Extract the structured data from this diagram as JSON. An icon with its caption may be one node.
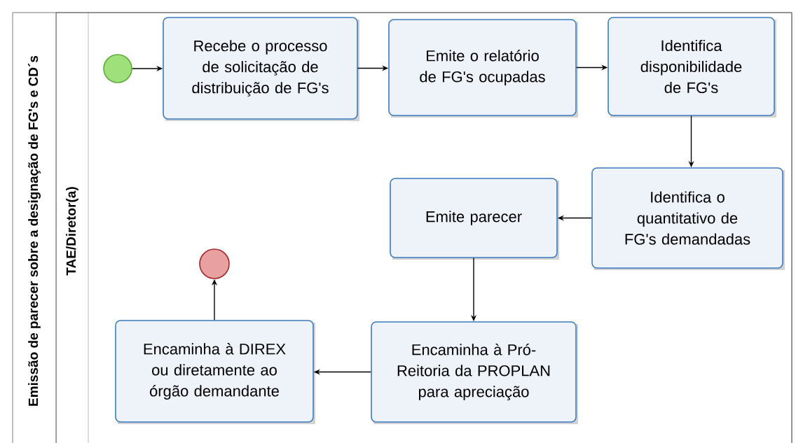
{
  "diagram": {
    "nodes": [
      {
        "text": [
          "Emissão de parecer sobre a designação de FG's e CD´s"
        ]
      },
      {
        "text": [
          "TAE/Diretor(a)"
        ],
        "in": 0
      },
      {
        "text": [],
        "shape": "circle",
        "in": 1
      },
      {
        "text": [
          "Recebe o processo de solicitação de distribuição de FG's"
        ],
        "in": 1
      },
      {
        "text": [
          "Emite o relatório de FG's ocupadas"
        ],
        "in": 1
      },
      {
        "text": [
          "Identifica disponibilidade de FG's"
        ],
        "in": 1
      },
      {
        "text": [
          "Identifica o quantitativo de FG's demandadas"
        ],
        "in": 1
      },
      {
        "text": [
          "Emite parecer"
        ],
        "in": 1
      },
      {
        "text": [
          "Encaminha à Pró-Reitoria da PROPLAN para apreciação"
        ],
        "in": 1
      },
      {
        "text": [
          "Encaminha à DIREX ou diretamente ao órgão demandante"
        ],
        "in": 1
      },
      {
        "text": [],
        "shape": "circle",
        "in": 1
      }
    ],
    "edges": [
      {
        "from": 2,
        "to": 3,
        "arrow": "to"
      },
      {
        "from": 3,
        "to": 4,
        "arrow": "to"
      },
      {
        "from": 4,
        "to": 5,
        "arrow": "to"
      },
      {
        "from": 5,
        "to": 6,
        "arrow": "to"
      },
      {
        "from": 6,
        "to": 7,
        "arrow": "to"
      },
      {
        "from": 7,
        "to": 8,
        "arrow": "to"
      },
      {
        "from": 8,
        "to": 9,
        "arrow": "to"
      },
      {
        "from": 9,
        "to": 10,
        "arrow": "to"
      }
    ]
  }
}
